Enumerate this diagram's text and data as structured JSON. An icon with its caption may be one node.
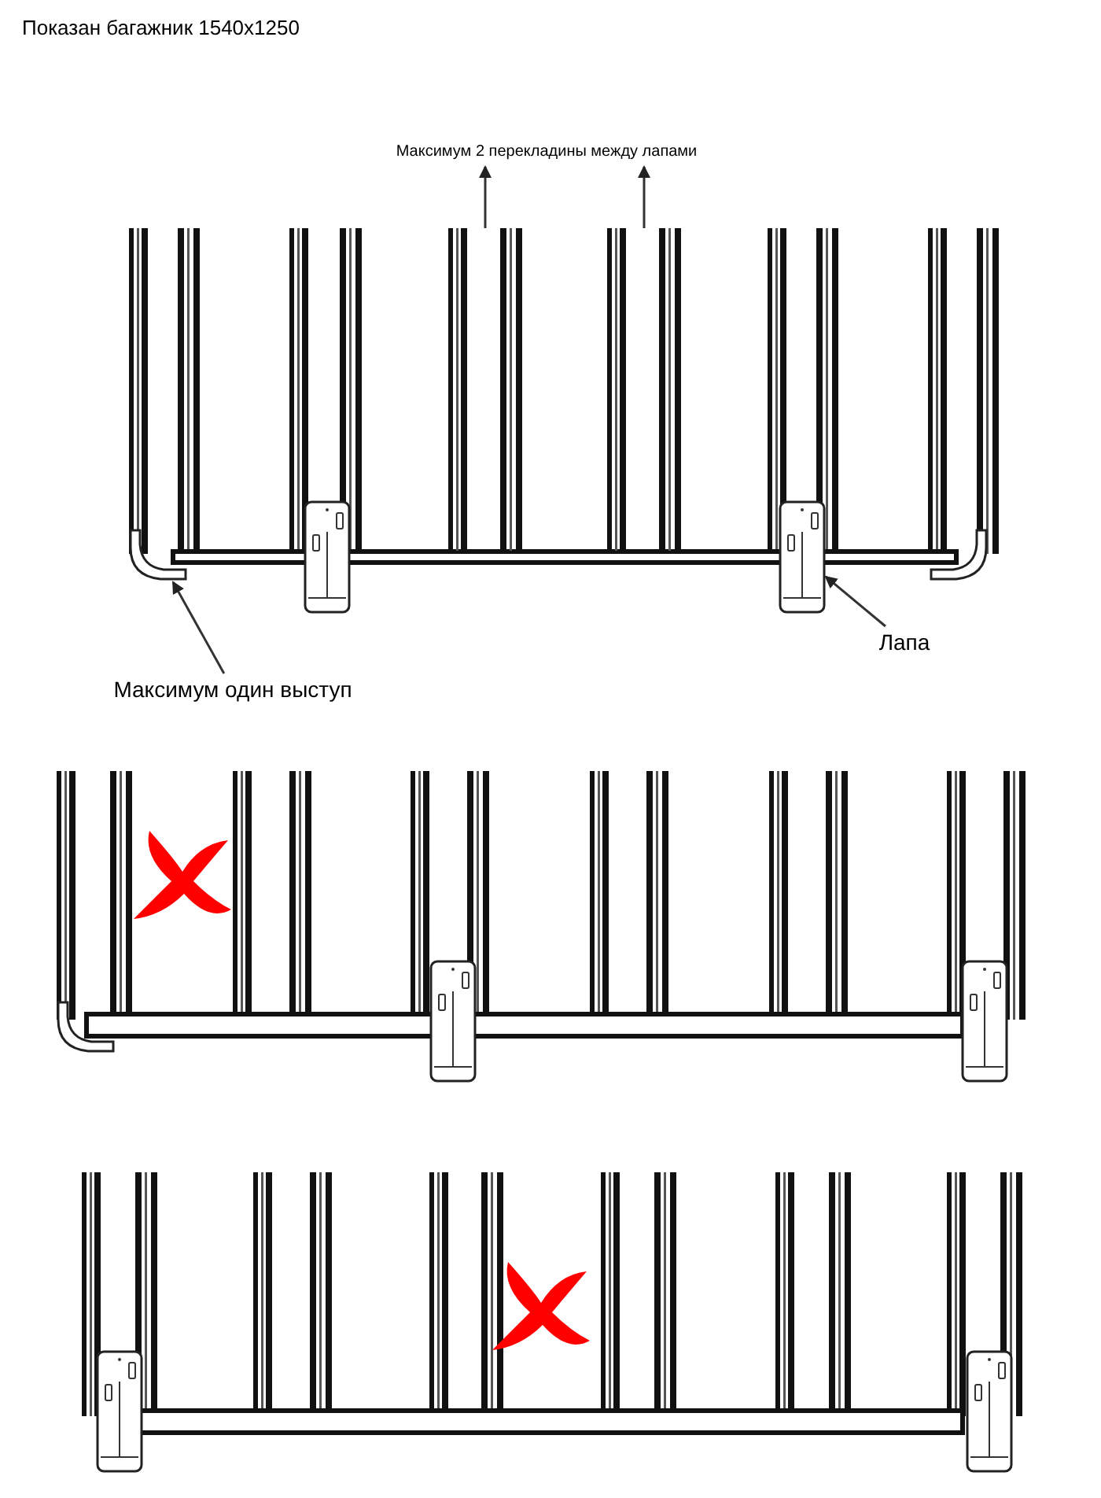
{
  "diagram": {
    "title": "Показан багажник 1540x1250",
    "nodes": [
      {
        "text": [
          "Максимум 2 перекладины между лапами"
        ]
      },
      {
        "text": [],
        "shape": "bar"
      },
      {
        "text": [],
        "shape": "bar"
      },
      {
        "text": [],
        "shape": "box"
      },
      {
        "text": [],
        "shape": "box"
      },
      {
        "text": [
          "Максимум один выступ"
        ]
      },
      {
        "text": [
          "Лапа"
        ]
      }
    ],
    "edges": [
      {
        "from": 1,
        "to": 0,
        "arrow": "to"
      },
      {
        "from": 2,
        "to": 0,
        "arrow": "to"
      },
      {
        "from": 5,
        "to": 3,
        "arrow": "to"
      },
      {
        "from": 6,
        "to": 4,
        "arrow": "to"
      }
    ]
  }
}
